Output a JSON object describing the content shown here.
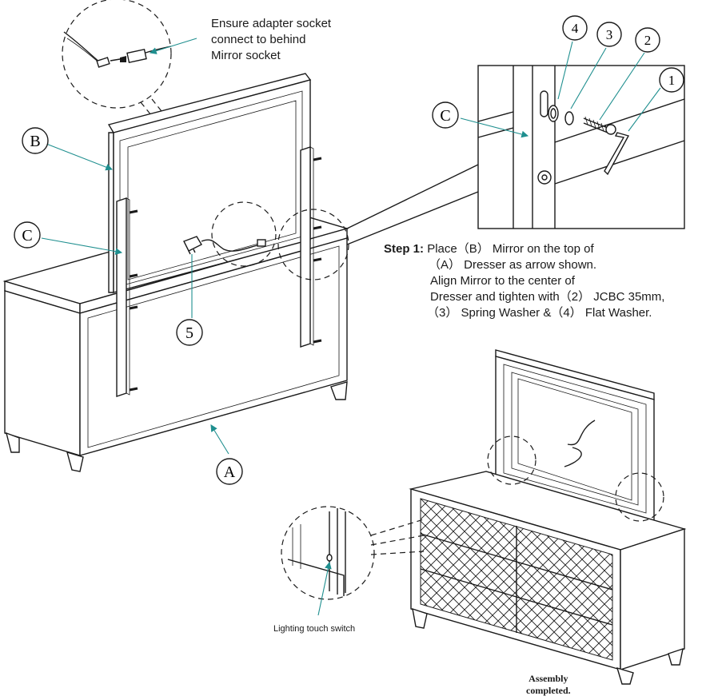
{
  "callouts": {
    "adapter_note": [
      "Ensure adapter socket",
      "connect to behind",
      "Mirror socket"
    ],
    "step1_label": "Step 1:",
    "step1_lines": [
      "Place（B） Mirror on the top of",
      "（A） Dresser as arrow shown.",
      "Align Mirror to the center of",
      "Dresser and tighten with（2） JCBC 35mm,",
      "（3） Spring Washer &（4） Flat Washer."
    ],
    "switch_note": "Lighting touch switch",
    "completed": [
      "Assembly",
      "completed."
    ]
  },
  "part_labels": {
    "A": "A",
    "B": "B",
    "C": "C",
    "n1": "1",
    "n2": "2",
    "n3": "3",
    "n4": "4",
    "n5": "5"
  },
  "colors": {
    "line": "#1a1a1a",
    "leader": "#1f8f8f",
    "background": "#ffffff"
  }
}
